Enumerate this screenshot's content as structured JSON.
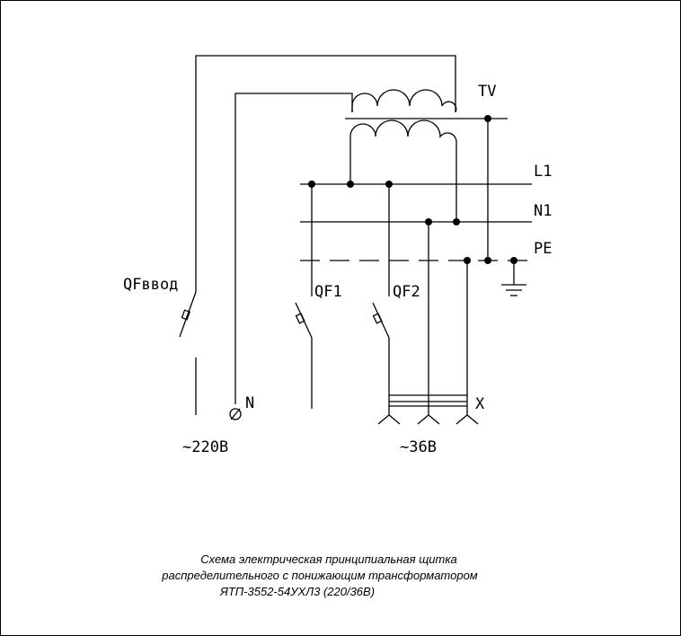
{
  "labels": {
    "tv": "TV",
    "l1": "L1",
    "n1": "N1",
    "pe": "PE",
    "qf_input": "QFввод",
    "qf1": "QF1",
    "qf2": "QF2",
    "n_terminal": "N",
    "x_connector": "X",
    "v220": "~220В",
    "v36": "~36В"
  },
  "caption": {
    "line1": "Схема электрическая принципиальная щитка",
    "line2": "распределительного с понижающим трансформатором",
    "line3": "ЯТП-3552-54УХЛ3 (220/36В)"
  },
  "colors": {
    "ink": "#000000",
    "background": "#ffffff"
  }
}
